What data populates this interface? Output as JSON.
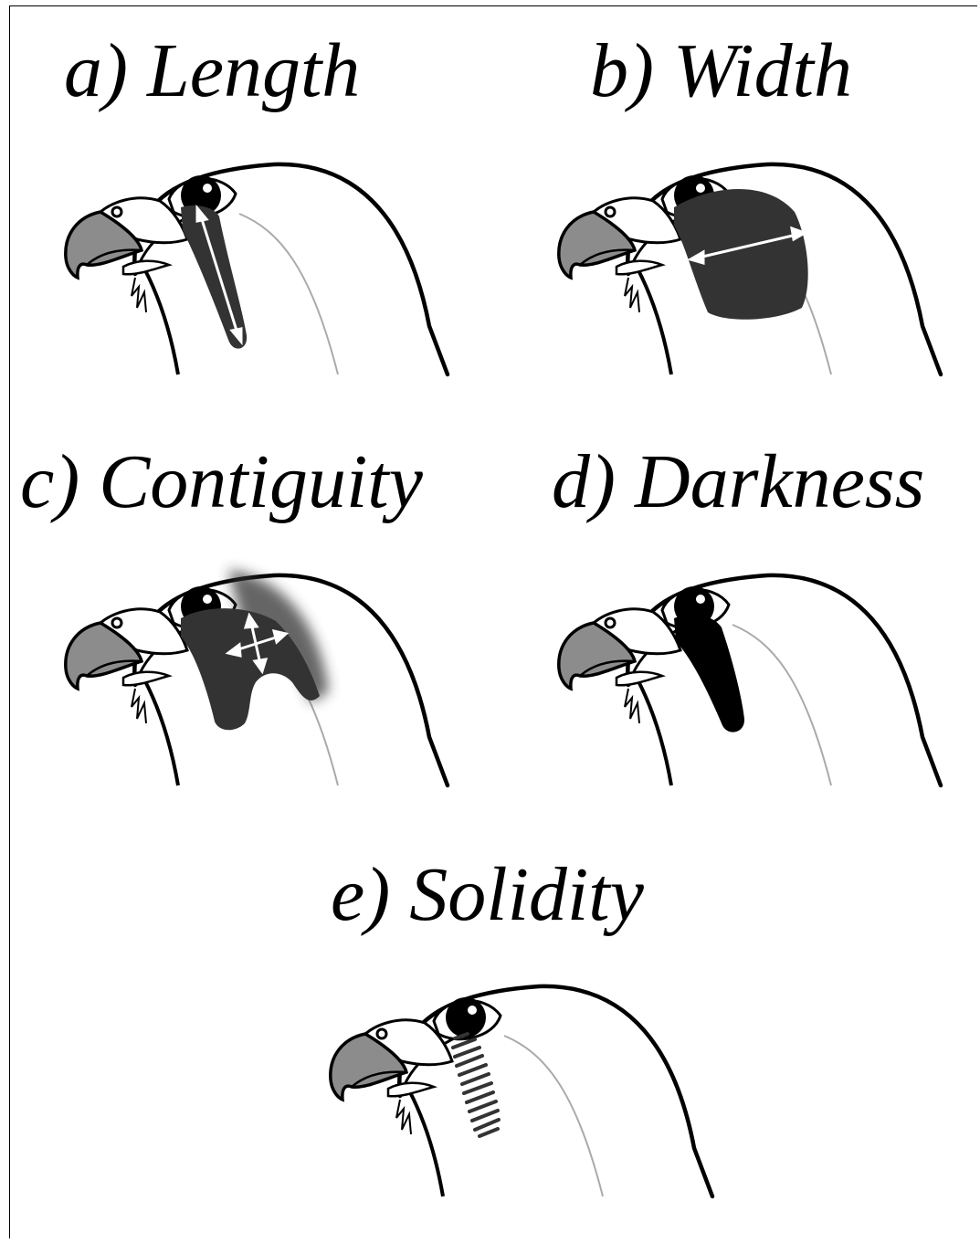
{
  "panels": {
    "a": {
      "title": "a) Length"
    },
    "b": {
      "title": "b) Width"
    },
    "c": {
      "title": "c) Contiguity"
    },
    "d": {
      "title": "d) Darkness"
    },
    "e": {
      "title": "e) Solidity"
    }
  },
  "colors": {
    "outline": "#000000",
    "beak": "#8c8c8c",
    "patch": "#333333",
    "patch_dark": "#000000",
    "arrow": "#ffffff",
    "thin_line": "#aaaaaa"
  }
}
